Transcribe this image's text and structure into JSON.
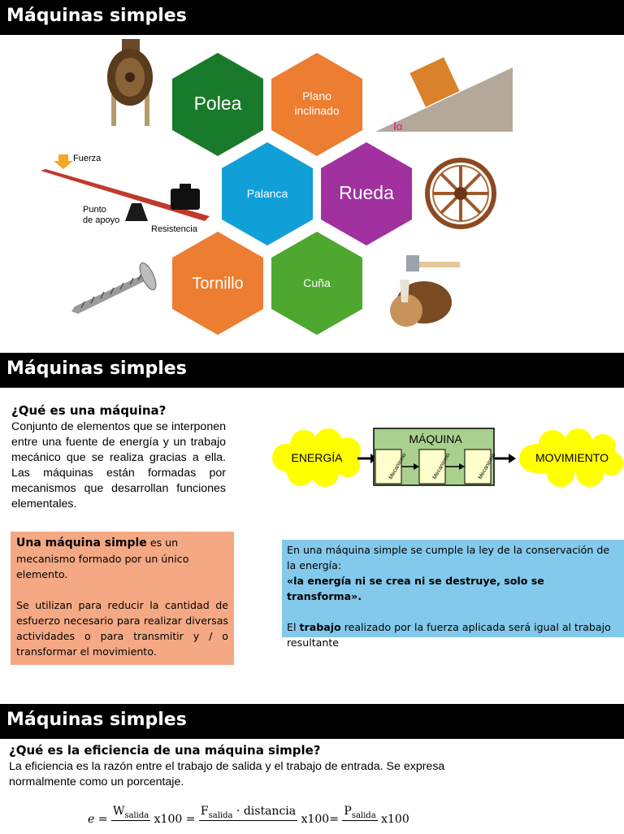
{
  "section_title": "Máquinas simples",
  "slide1": {
    "hexagons": {
      "polea": "Polea",
      "plano_line1": "Plano",
      "plano_line2": "inclinado",
      "palanca": "Palanca",
      "rueda": "Rueda",
      "tornillo": "Tornillo",
      "cuna": "Cuña"
    },
    "lever_labels": {
      "fuerza": "Fuerza",
      "punto_line1": "Punto",
      "punto_line2": "de apoyo",
      "resistencia": "Resistencia"
    },
    "ramp_angle": "α",
    "colors": {
      "polea": "#1a7a2b",
      "plano": "#ed7d31",
      "palanca": "#119fd8",
      "rueda": "#a0319f",
      "tornillo": "#ed7d31",
      "cuna": "#4ea72e"
    }
  },
  "slide2": {
    "question": "¿Qué es una máquina?",
    "definition": "Conjunto de elementos que se interponen entre una fuente de energía y un trabajo mecánico que se realiza gracias a ella. Las máquinas están formadas por mecanismos que desarrollan funciones elementales.",
    "diagram": {
      "energia": "ENERGÍA",
      "maquina": "MÁQUINA",
      "movimiento": "MOVIMIENTO",
      "mecanismo": "Mecanismo"
    },
    "simple_box": {
      "bold": "Una máquina simple",
      "rest": " es un mecanismo formado por un único elemento.",
      "uses": "Se utilizan para reducir la cantidad de esfuerzo necesario para realizar diversas actividades o para transmitir y / o transformar el movimiento."
    },
    "conservation_box": {
      "intro": "En una máquina simple se cumple la ley de la conservación de la energía:",
      "quote": "«la energía ni se crea ni se destruye, solo se transforma».",
      "pre": "El ",
      "bold": "trabajo",
      "post": " realizado por la fuerza aplicada será igual al trabajo resultante"
    }
  },
  "slide3": {
    "question": "¿Qué es la eficiencia de una máquina simple?",
    "definition": "La eficiencia es la razón entre el trabajo de salida y el trabajo de entrada. Se expresa normalmente como un porcentaje.",
    "formula": {
      "e": "e",
      "eq": "=",
      "w_salida": "W",
      "sub_salida": "salida",
      "x100": "x100",
      "f": "F",
      "distancia": " · distancia",
      "p": "P"
    }
  }
}
